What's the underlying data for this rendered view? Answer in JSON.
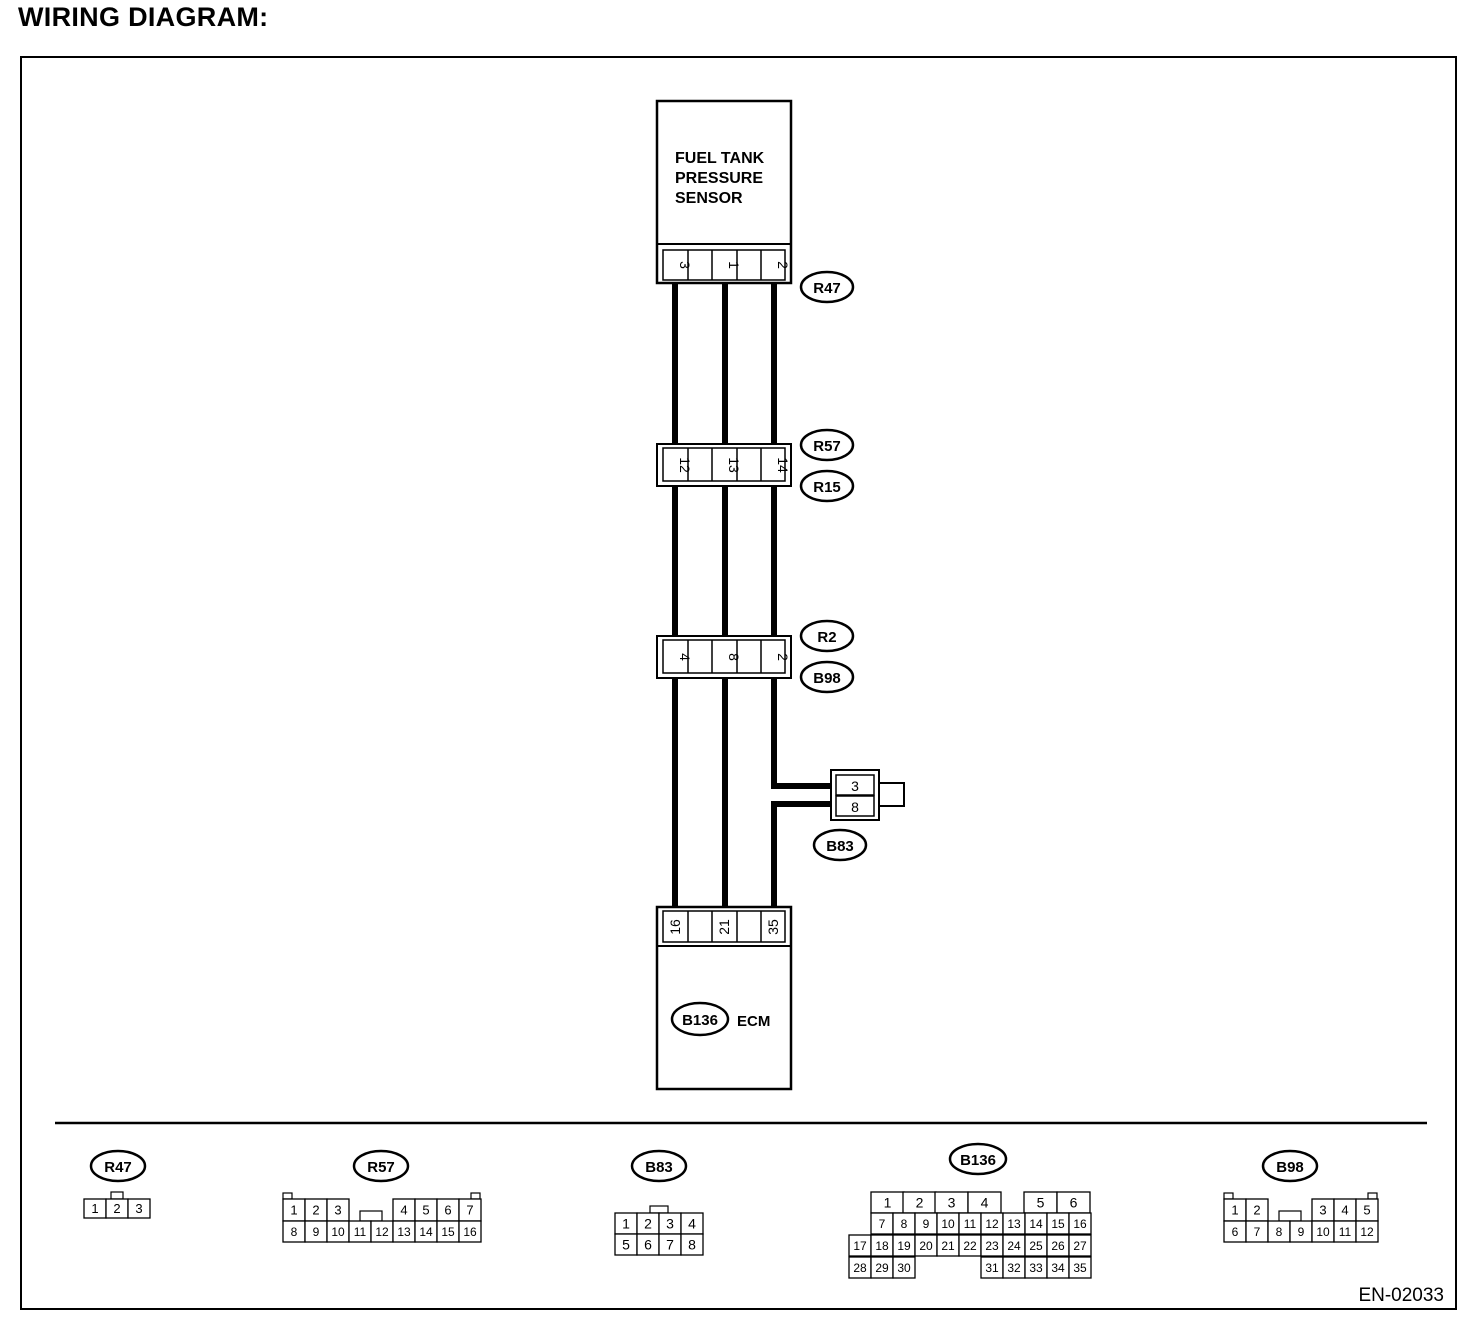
{
  "title": "WIRING DIAGRAM:",
  "fig_id": "EN-02033",
  "sensor": {
    "line1": "FUEL TANK",
    "line2": "PRESSURE",
    "line3": "SENSOR"
  },
  "ecm": {
    "label": "ECM",
    "connector": "B136"
  },
  "connectors": {
    "r47": {
      "label": "R47",
      "pins": [
        "3",
        "1",
        "2"
      ]
    },
    "r57r15": {
      "label_top": "R57",
      "label_bottom": "R15",
      "pins": [
        "12",
        "13",
        "14"
      ]
    },
    "r2b98": {
      "label_top": "R2",
      "label_bottom": "B98",
      "pins": [
        "4",
        "8",
        "2"
      ]
    },
    "b83": {
      "label": "B83",
      "pins": [
        "3",
        "8"
      ]
    },
    "b136": {
      "pins": [
        "16",
        "21",
        "35"
      ]
    }
  },
  "faces": {
    "r47": {
      "label": "R47",
      "row1": [
        "1",
        "2",
        "3"
      ]
    },
    "r57": {
      "label": "R57",
      "row1": [
        "1",
        "2",
        "3",
        "4",
        "5",
        "6",
        "7"
      ],
      "row2": [
        "8",
        "9",
        "10",
        "11",
        "12",
        "13",
        "14",
        "15",
        "16"
      ]
    },
    "b83": {
      "label": "B83",
      "row1": [
        "1",
        "2",
        "3",
        "4"
      ],
      "row2": [
        "5",
        "6",
        "7",
        "8"
      ]
    },
    "b136": {
      "label": "B136",
      "row1": [
        "1",
        "2",
        "3",
        "4",
        "5",
        "6"
      ],
      "row2": [
        "7",
        "8",
        "9",
        "10",
        "11",
        "12",
        "13",
        "14",
        "15",
        "16"
      ],
      "row3": [
        "17",
        "18",
        "19",
        "20",
        "21",
        "22",
        "23",
        "24",
        "25",
        "26",
        "27"
      ],
      "row4": [
        "28",
        "29",
        "30",
        "31",
        "32",
        "33",
        "34",
        "35"
      ]
    },
    "b98": {
      "label": "B98",
      "row1": [
        "1",
        "2",
        "3",
        "4",
        "5"
      ],
      "row2": [
        "6",
        "7",
        "8",
        "9",
        "10",
        "11",
        "12"
      ]
    }
  }
}
